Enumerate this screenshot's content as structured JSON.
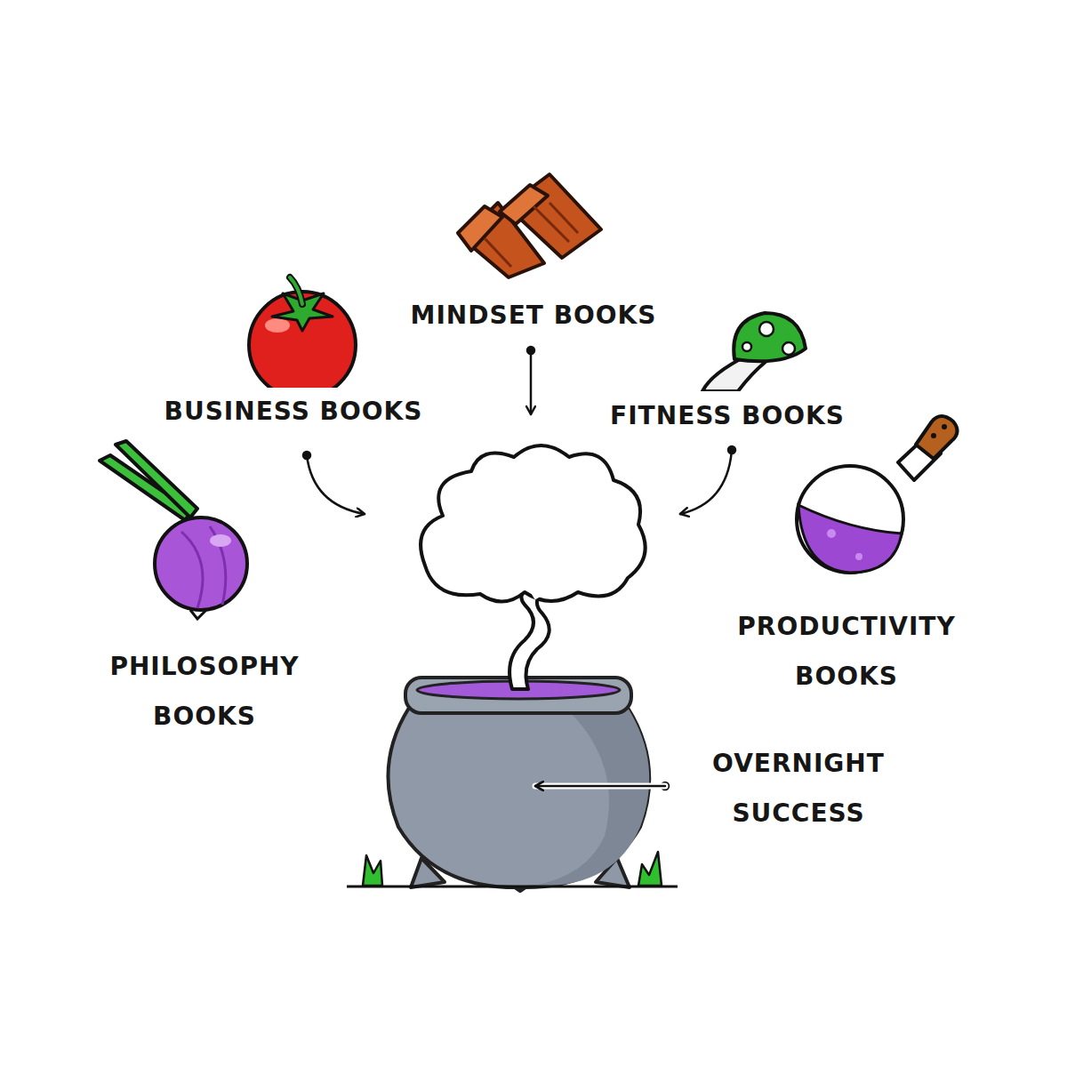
{
  "diagram": {
    "labels": [
      "MINDSET BOOKS",
      "BUSINESS BOOKS",
      "FITNESS BOOKS",
      "PHILOSOPHY BOOKS",
      "PRODUCTIVITY BOOKS",
      "OVERNIGHT SUCCESS"
    ]
  }
}
